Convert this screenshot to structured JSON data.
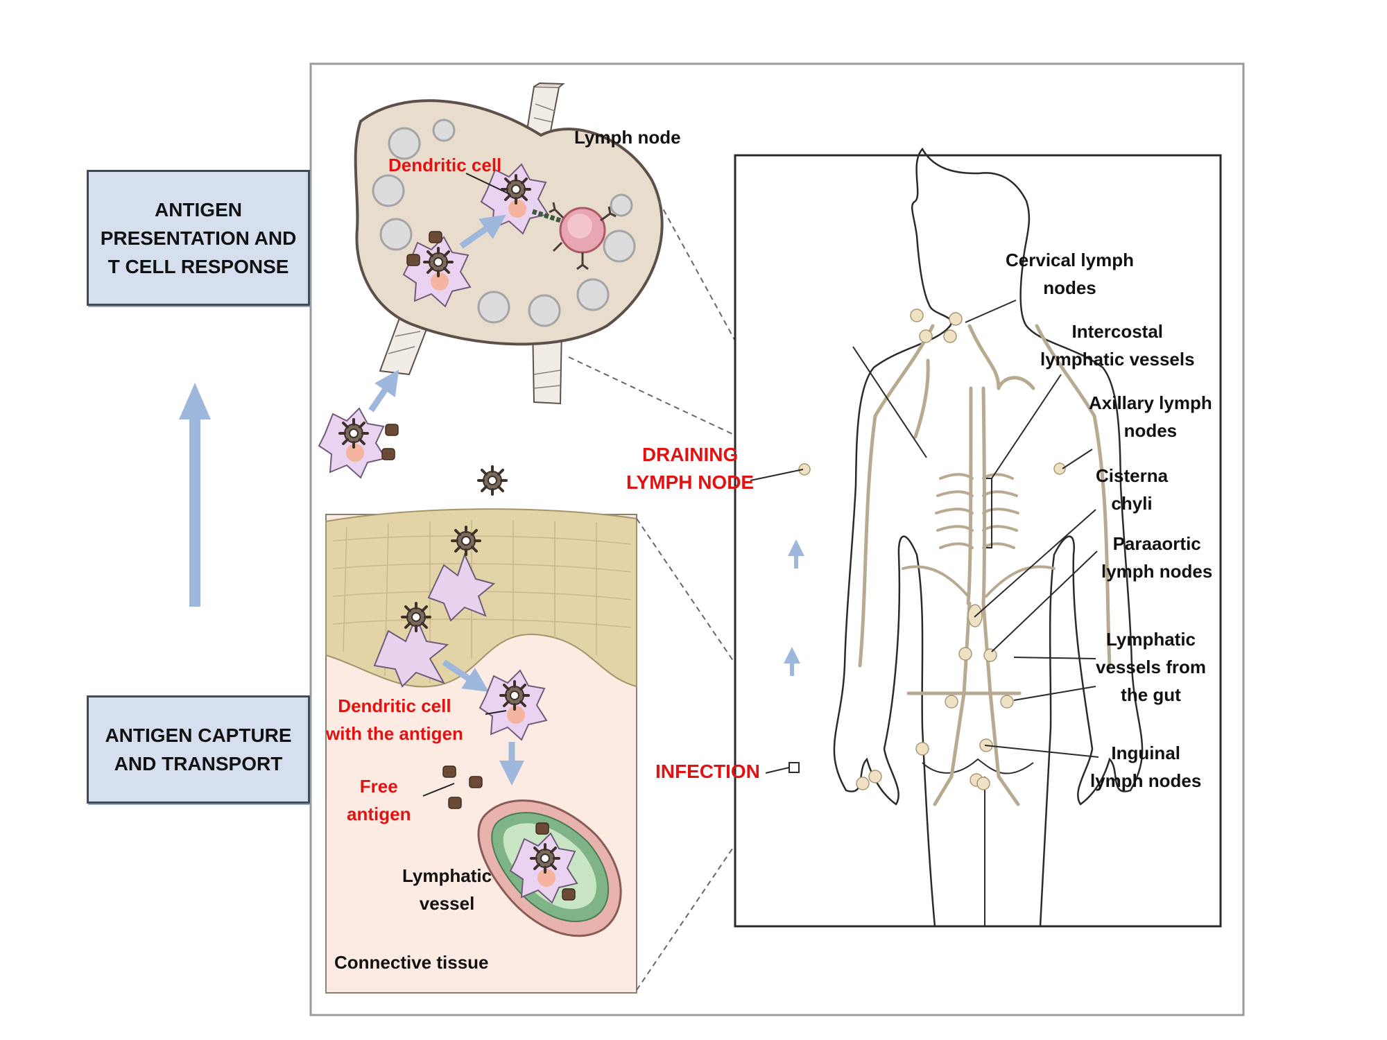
{
  "stages": {
    "top": [
      "ANTIGEN",
      "PRESENTATION AND",
      "T CELL RESPONSE"
    ],
    "bottom": [
      "ANTIGEN CAPTURE",
      "AND TRANSPORT"
    ]
  },
  "lymph_node_panel": {
    "title": "Lymph node",
    "dendritic_cell": "Dendritic cell"
  },
  "tissue_panel": {
    "dendritic_cell_with_antigen": [
      "Dendritic cell",
      "with the antigen"
    ],
    "free_antigen": [
      "Free",
      "antigen"
    ],
    "lymphatic_vessel": [
      "Lymphatic",
      "vessel"
    ],
    "connective_tissue": "Connective tissue"
  },
  "body_panel": {
    "draining_lymph_node": [
      "DRAINING",
      "LYMPH NODE"
    ],
    "infection": "INFECTION",
    "cervical": [
      "Cervical lymph",
      "nodes"
    ],
    "intercostal": [
      "Intercostal",
      "lymphatic vessels"
    ],
    "axillary": [
      "Axillary lymph",
      "nodes"
    ],
    "cisterna": [
      "Cisterna",
      "chyli"
    ],
    "paraaortic": [
      "Paraaortic",
      "lymph nodes"
    ],
    "gut_vessels": [
      "Lymphatic",
      "vessels from",
      "the gut"
    ],
    "inguinal": [
      "Inguinal",
      "lymph nodes"
    ]
  },
  "colors": {
    "arrow": "#9db8dc",
    "label_red": "#e31212",
    "box_fill": "#d5dfee",
    "node_fill": "#e8dccc",
    "cell_purple": "#d9c6e4"
  }
}
